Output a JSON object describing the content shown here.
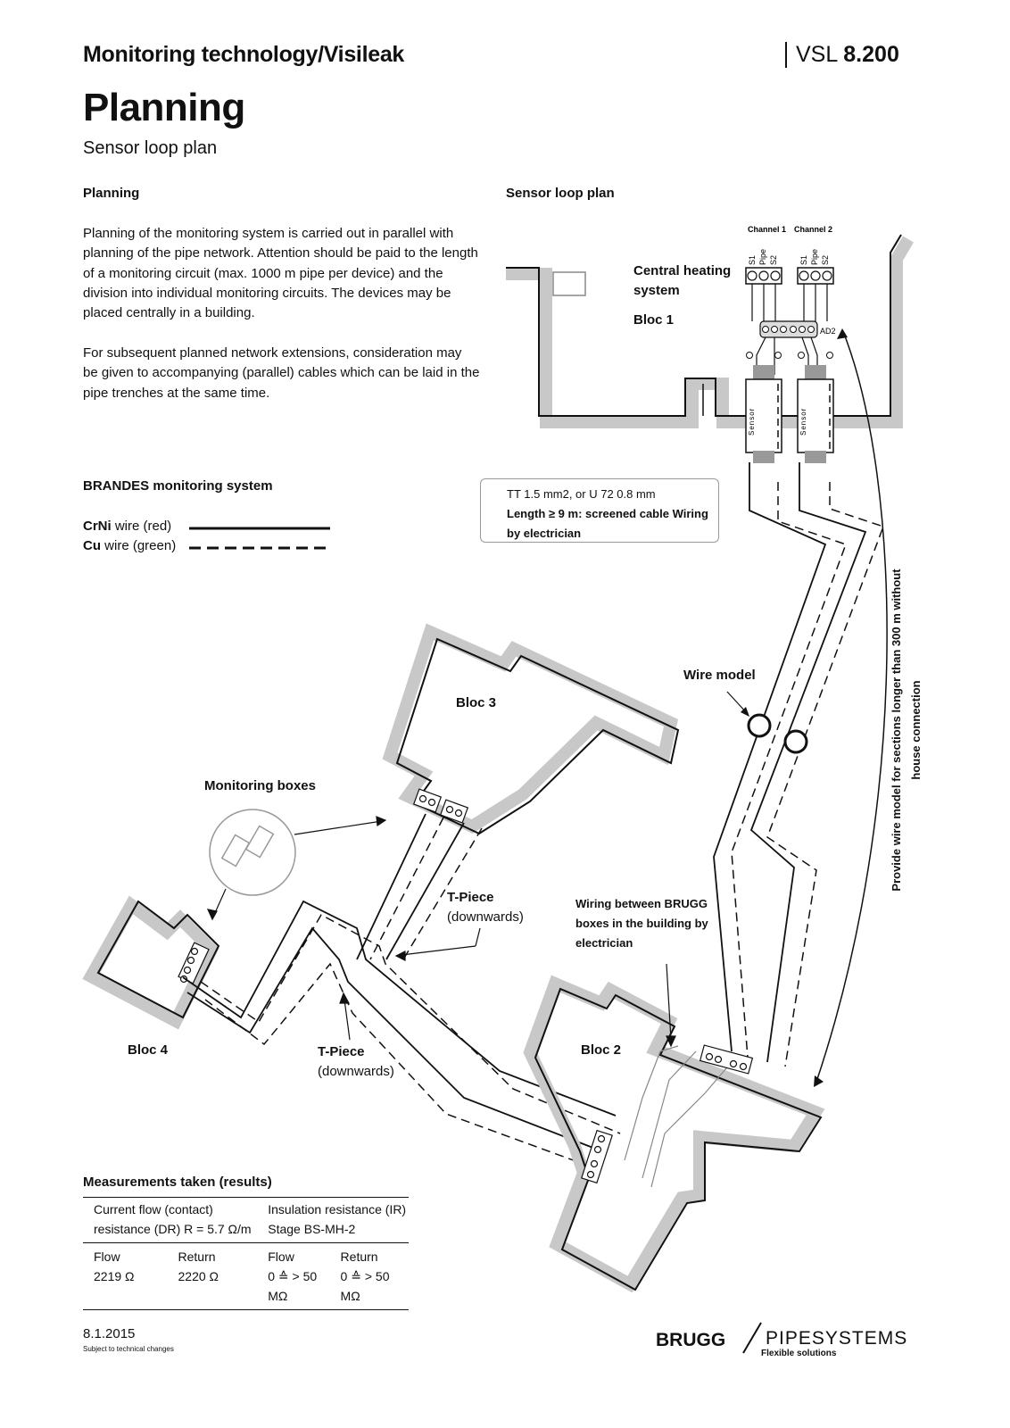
{
  "header": {
    "category": "Monitoring technology/Visileak",
    "doc_prefix": "VSL",
    "doc_number": "8.200"
  },
  "title": "Planning",
  "subtitle": "Sensor loop plan",
  "left_column": {
    "planning_heading": "Planning",
    "paragraph1": "Planning of the monitoring system is carried out in parallel with planning of the pipe network. Attention should be paid to the length of a monitoring circuit (max. 1000 m pipe per device) and the division into individual monitoring circuits. The devices may be placed centrally in a building.",
    "paragraph2": "For subsequent planned network extensions, consideration may be given to accompanying (parallel) cables which can be laid in the pipe trenches at the same time.",
    "brandes_heading": "BRANDES monitoring system",
    "legend": [
      {
        "bold": "CrNi",
        "text": " wire (red)",
        "style": "solid"
      },
      {
        "bold": "Cu",
        "text": " wire (green)",
        "style": "dashed"
      }
    ]
  },
  "right_column": {
    "heading": "Sensor loop plan"
  },
  "diagram": {
    "channel1": "Channel 1",
    "channel2": "Channel 2",
    "terminal_labels": [
      "S1",
      "Pipe",
      "S2"
    ],
    "ad2": "AD2",
    "sensor_label": "Sensor",
    "central_heating": "Central heating system",
    "bloc1": "Bloc 1",
    "callout_line1": "TT 1.5 mm2, or U 72 0.8 mm",
    "callout_line2": "Length ≥ 9 m: screened cable Wiring by electrician",
    "wire_model": "Wire model",
    "bloc3": "Bloc 3",
    "monitoring_boxes": "Monitoring boxes",
    "tpiece_upper_title": "T-Piece",
    "tpiece_upper_sub": "(downwards)",
    "wiring_between": "Wiring between BRUGG boxes in the building by electrician",
    "bloc4": "Bloc 4",
    "tpiece_lower_title": "T-Piece",
    "tpiece_lower_sub": "(downwards)",
    "bloc2": "Bloc 2",
    "vertical_note": "Provide wire model for sections longer than 300 m without house connection"
  },
  "measurements": {
    "heading": "Measurements taken (results)",
    "dr_header": "Current flow (contact) resistance (DR) R = 5.7 Ω/m",
    "ir_header": "Insulation resistance (IR) Stage BS-MH-2",
    "columns": [
      "Flow",
      "Return",
      "Flow",
      "Return"
    ],
    "values": [
      "2219 Ω",
      "2220 Ω",
      "0 ≙ > 50 MΩ",
      "0 ≙ > 50 MΩ"
    ]
  },
  "footer": {
    "date": "8.1.2015",
    "note": "Subject to technical changes",
    "logo_brugg": "BRUGG",
    "logo_pipesystems": "PIPESYSTEMS",
    "logo_tagline": "Flexible solutions"
  }
}
